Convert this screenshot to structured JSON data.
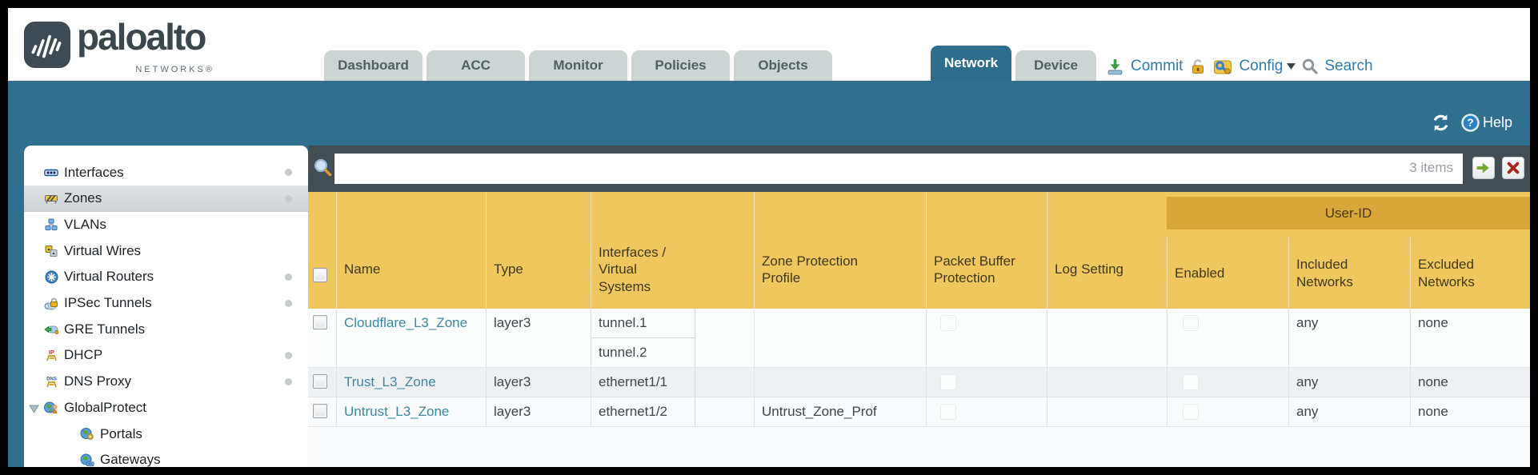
{
  "header": {
    "brand": {
      "name": "paloalto",
      "subtitle": "NETWORKS®"
    },
    "tabs": [
      {
        "label": "Dashboard",
        "active": false
      },
      {
        "label": "ACC",
        "active": false
      },
      {
        "label": "Monitor",
        "active": false
      },
      {
        "label": "Policies",
        "active": false
      },
      {
        "label": "Objects",
        "active": false
      },
      {
        "label": "Network",
        "active": true
      },
      {
        "label": "Device",
        "active": false
      }
    ],
    "actions": {
      "commit": "Commit",
      "config": "Config",
      "search": "Search"
    }
  },
  "toolbar": {
    "help": "Help"
  },
  "sidebar": {
    "items": [
      {
        "label": "Interfaces",
        "icon": "interfaces-icon",
        "dot": true,
        "selected": false,
        "child": false,
        "expander": false
      },
      {
        "label": "Zones",
        "icon": "zones-icon",
        "dot": true,
        "selected": true,
        "child": false,
        "expander": false
      },
      {
        "label": "VLANs",
        "icon": "vlans-icon",
        "dot": false,
        "selected": false,
        "child": false,
        "expander": false
      },
      {
        "label": "Virtual Wires",
        "icon": "virtual-wires-icon",
        "dot": false,
        "selected": false,
        "child": false,
        "expander": false
      },
      {
        "label": "Virtual Routers",
        "icon": "virtual-routers-icon",
        "dot": true,
        "selected": false,
        "child": false,
        "expander": false
      },
      {
        "label": "IPSec Tunnels",
        "icon": "ipsec-tunnels-icon",
        "dot": true,
        "selected": false,
        "child": false,
        "expander": false
      },
      {
        "label": "GRE Tunnels",
        "icon": "gre-tunnels-icon",
        "dot": false,
        "selected": false,
        "child": false,
        "expander": false
      },
      {
        "label": "DHCP",
        "icon": "dhcp-icon",
        "dot": true,
        "selected": false,
        "child": false,
        "expander": false
      },
      {
        "label": "DNS Proxy",
        "icon": "dns-proxy-icon",
        "dot": true,
        "selected": false,
        "child": false,
        "expander": false
      },
      {
        "label": "GlobalProtect",
        "icon": "globalprotect-icon",
        "dot": false,
        "selected": false,
        "child": false,
        "expander": true
      },
      {
        "label": "Portals",
        "icon": "portals-icon",
        "dot": false,
        "selected": false,
        "child": true,
        "expander": false
      },
      {
        "label": "Gateways",
        "icon": "gateways-icon",
        "dot": false,
        "selected": false,
        "child": true,
        "expander": false
      }
    ]
  },
  "filterbar": {
    "count": "3 items"
  },
  "table": {
    "group_header": "User-ID",
    "columns": [
      "",
      "Name",
      "Type",
      "Interfaces / Virtual Systems",
      "Zone Protection Profile",
      "Packet Buffer Protection",
      "Log Setting",
      "Enabled",
      "Included Networks",
      "Excluded Networks"
    ],
    "rows": [
      {
        "name": "Cloudflare_L3_Zone",
        "type": "layer3",
        "interfaces": [
          "tunnel.1",
          "tunnel.2"
        ],
        "zone_protection_profile": "",
        "log_setting": "",
        "included_networks": "any",
        "excluded_networks": "none"
      },
      {
        "name": "Trust_L3_Zone",
        "type": "layer3",
        "interfaces": [
          "ethernet1/1"
        ],
        "zone_protection_profile": "",
        "log_setting": "",
        "included_networks": "any",
        "excluded_networks": "none"
      },
      {
        "name": "Untrust_L3_Zone",
        "type": "layer3",
        "interfaces": [
          "ethernet1/2"
        ],
        "zone_protection_profile": "Untrust_Zone_Prof",
        "log_setting": "",
        "included_networks": "any",
        "excluded_networks": "none"
      }
    ]
  },
  "colors": {
    "teal": "#316F8E",
    "header_orange": "#F0C75E",
    "group_orange": "#D9A63A",
    "link_blue": "#3D87A3",
    "action_blue": "#2B7CB8",
    "toolbar_dark": "#424D54"
  }
}
